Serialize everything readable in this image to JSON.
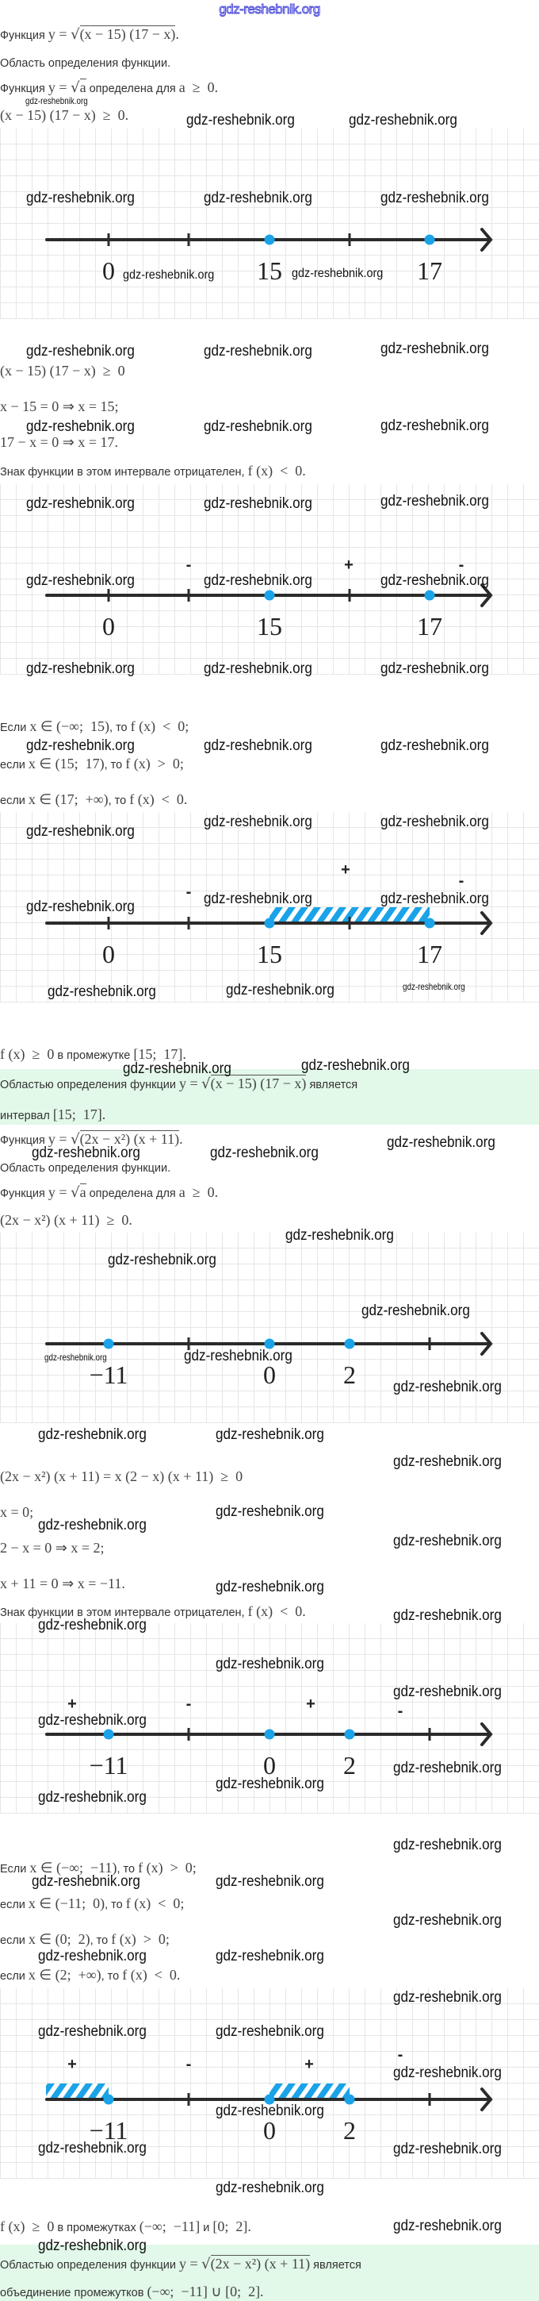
{
  "watermark": "gdz-reshebnik.org",
  "colors": {
    "point": "#1aa3e8",
    "axis": "#2b2b2b",
    "highlight": "#e2f8e8"
  },
  "lines": [
    {
      "parts": [
        {
          "k": "t",
          "v": "Функция "
        },
        {
          "k": "m",
          "v": "y = "
        },
        {
          "k": "r",
          "v": "(x − 15) (17 − x)"
        },
        {
          "k": "m",
          "v": "."
        }
      ]
    },
    {
      "parts": [
        {
          "k": "t",
          "v": "Область определения функции."
        }
      ]
    },
    {
      "parts": [
        {
          "k": "t",
          "v": "Функция "
        },
        {
          "k": "m",
          "v": "y = "
        },
        {
          "k": "r",
          "v": "a"
        },
        {
          "k": "t",
          "v": " определена для "
        },
        {
          "k": "m",
          "v": "a  ≥  0."
        }
      ]
    },
    {
      "parts": [
        {
          "k": "m",
          "v": "(x − 15) (17 − x)  ≥  0."
        }
      ]
    },
    {
      "parts": [
        {
          "k": "m",
          "v": "(x − 15) (17 − x)  ≥  0"
        }
      ]
    },
    {
      "parts": [
        {
          "k": "m",
          "v": "x − 15 = 0 ⇒ x = 15;"
        }
      ]
    },
    {
      "parts": [
        {
          "k": "m",
          "v": "17 − x = 0 ⇒ x = 17."
        }
      ]
    },
    {
      "parts": [
        {
          "k": "t",
          "v": "Знак функции в этом интервале отрицателен, "
        },
        {
          "k": "m",
          "v": "f (x)  <  0."
        }
      ]
    },
    {
      "parts": [
        {
          "k": "t",
          "v": "Если "
        },
        {
          "k": "m",
          "v": "x ∈ (−∞;  15)"
        },
        {
          "k": "t",
          "v": ", то "
        },
        {
          "k": "m",
          "v": "f (x)  <  0;"
        }
      ]
    },
    {
      "parts": [
        {
          "k": "t",
          "v": "если "
        },
        {
          "k": "m",
          "v": "x ∈ (15;  17)"
        },
        {
          "k": "t",
          "v": ", то "
        },
        {
          "k": "m",
          "v": "f (x)  >  0;"
        }
      ]
    },
    {
      "parts": [
        {
          "k": "t",
          "v": "если "
        },
        {
          "k": "m",
          "v": "x ∈ (17;  +∞)"
        },
        {
          "k": "t",
          "v": ", то "
        },
        {
          "k": "m",
          "v": "f (x)  <  0."
        }
      ]
    },
    {
      "parts": [
        {
          "k": "m",
          "v": "f (x)  ≥  0"
        },
        {
          "k": "t",
          "v": " в промежутке "
        },
        {
          "k": "m",
          "v": "[15;  17]."
        }
      ]
    },
    {
      "parts": [
        {
          "k": "t",
          "v": "Областью определения функции "
        },
        {
          "k": "m",
          "v": "y = "
        },
        {
          "k": "r",
          "v": "(x − 15) (17 − x)"
        },
        {
          "k": "t",
          "v": " является"
        }
      ]
    },
    {
      "parts": [
        {
          "k": "t",
          "v": "интервал "
        },
        {
          "k": "m",
          "v": "[15;  17]."
        }
      ]
    },
    {
      "parts": [
        {
          "k": "t",
          "v": "Функция "
        },
        {
          "k": "m",
          "v": "y = "
        },
        {
          "k": "r",
          "v": "(2x − x²) (x + 11)"
        },
        {
          "k": "m",
          "v": "."
        }
      ]
    },
    {
      "parts": [
        {
          "k": "t",
          "v": "Область определения функции."
        }
      ]
    },
    {
      "parts": [
        {
          "k": "t",
          "v": "Функция "
        },
        {
          "k": "m",
          "v": "y = "
        },
        {
          "k": "r",
          "v": "a"
        },
        {
          "k": "t",
          "v": " определена для "
        },
        {
          "k": "m",
          "v": "a  ≥  0."
        }
      ]
    },
    {
      "parts": [
        {
          "k": "m",
          "v": "(2x − x²) (x + 11)  ≥  0."
        }
      ]
    },
    {
      "parts": [
        {
          "k": "m",
          "v": "(2x − x²) (x + 11) = x (2 − x) (x + 11)  ≥  0"
        }
      ]
    },
    {
      "parts": [
        {
          "k": "m",
          "v": "x = 0;"
        }
      ]
    },
    {
      "parts": [
        {
          "k": "m",
          "v": "2 − x = 0 ⇒ x = 2;"
        }
      ]
    },
    {
      "parts": [
        {
          "k": "m",
          "v": "x + 11 = 0 ⇒ x = −11."
        }
      ]
    },
    {
      "parts": [
        {
          "k": "t",
          "v": "Знак функции в этом интервале отрицателен, "
        },
        {
          "k": "m",
          "v": "f (x)  <  0."
        }
      ]
    },
    {
      "parts": [
        {
          "k": "t",
          "v": "Если "
        },
        {
          "k": "m",
          "v": "x ∈ (−∞;  −11)"
        },
        {
          "k": "t",
          "v": ", то "
        },
        {
          "k": "m",
          "v": "f (x)  >  0;"
        }
      ]
    },
    {
      "parts": [
        {
          "k": "t",
          "v": "если "
        },
        {
          "k": "m",
          "v": "x ∈ (−11;  0)"
        },
        {
          "k": "t",
          "v": ", то "
        },
        {
          "k": "m",
          "v": "f (x)  <  0;"
        }
      ]
    },
    {
      "parts": [
        {
          "k": "t",
          "v": "если "
        },
        {
          "k": "m",
          "v": "x ∈ (0;  2)"
        },
        {
          "k": "t",
          "v": ", то "
        },
        {
          "k": "m",
          "v": "f (x)  >  0;"
        }
      ]
    },
    {
      "parts": [
        {
          "k": "t",
          "v": "если "
        },
        {
          "k": "m",
          "v": "x ∈ (2;  +∞)"
        },
        {
          "k": "t",
          "v": ", то "
        },
        {
          "k": "m",
          "v": "f (x)  <  0."
        }
      ]
    },
    {
      "parts": [
        {
          "k": "m",
          "v": "f (x)  ≥  0"
        },
        {
          "k": "t",
          "v": " в промежутках "
        },
        {
          "k": "m",
          "v": "(−∞;  −11]"
        },
        {
          "k": "t",
          "v": " и "
        },
        {
          "k": "m",
          "v": "[0;  2]."
        }
      ]
    },
    {
      "parts": [
        {
          "k": "t",
          "v": "Областью определения функции "
        },
        {
          "k": "m",
          "v": "y = "
        },
        {
          "k": "r",
          "v": "(2x − x²) (x + 11)"
        },
        {
          "k": "t",
          "v": " является"
        }
      ]
    },
    {
      "parts": [
        {
          "k": "t",
          "v": "объединение промежутков "
        },
        {
          "k": "m",
          "v": "(−∞;  −11] ∪ [0;  2]."
        }
      ]
    }
  ],
  "diagrams": [
    {
      "ticks": [
        {
          "label": "0",
          "point": false
        },
        {
          "label": "",
          "point": false
        },
        {
          "label": "15",
          "point": true
        },
        {
          "label": "",
          "point": false
        },
        {
          "label": "17",
          "point": true
        }
      ],
      "signs": [],
      "shaded": []
    },
    {
      "ticks": [
        {
          "label": "0",
          "point": false
        },
        {
          "label": "",
          "point": false
        },
        {
          "label": "15",
          "point": true
        },
        {
          "label": "",
          "point": false
        },
        {
          "label": "17",
          "point": true
        }
      ],
      "signs": [
        "-",
        "+",
        "-"
      ],
      "shaded": []
    },
    {
      "ticks": [
        {
          "label": "0",
          "point": false
        },
        {
          "label": "",
          "point": false
        },
        {
          "label": "15",
          "point": true
        },
        {
          "label": "",
          "point": false
        },
        {
          "label": "17",
          "point": true
        }
      ],
      "signs": [
        "-",
        "+",
        "-"
      ],
      "shaded": [
        [
          2,
          4
        ]
      ]
    },
    {
      "ticks": [
        {
          "label": "−11",
          "point": true
        },
        {
          "label": "",
          "point": false
        },
        {
          "label": "0",
          "point": true
        },
        {
          "label": "2",
          "point": true
        },
        {
          "label": "",
          "point": false
        }
      ],
      "signs": [],
      "shaded": []
    },
    {
      "ticks": [
        {
          "label": "−11",
          "point": true
        },
        {
          "label": "",
          "point": false
        },
        {
          "label": "0",
          "point": true
        },
        {
          "label": "2",
          "point": true
        },
        {
          "label": "",
          "point": false
        }
      ],
      "signs": [
        "+",
        "-",
        "+",
        "-"
      ],
      "shaded": []
    },
    {
      "ticks": [
        {
          "label": "−11",
          "point": true
        },
        {
          "label": "",
          "point": false
        },
        {
          "label": "0",
          "point": true
        },
        {
          "label": "2",
          "point": true
        },
        {
          "label": "",
          "point": false
        }
      ],
      "signs": [
        "+",
        "-",
        "+",
        "-"
      ],
      "shaded": [
        [
          -1,
          0
        ],
        [
          2,
          3
        ]
      ]
    }
  ]
}
